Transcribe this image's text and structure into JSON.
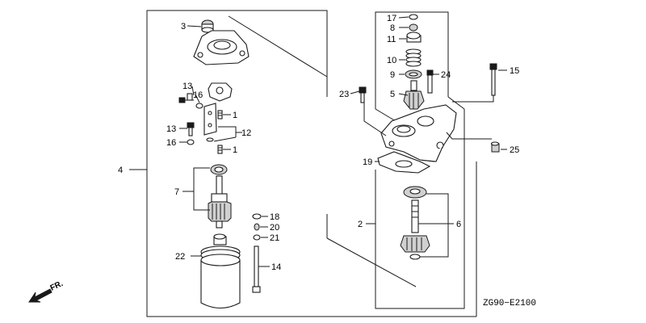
{
  "diagram_code": "ZG90−E2100",
  "direction_label": "FR.",
  "callouts": {
    "c1a": "1",
    "c1b": "1",
    "c2": "2",
    "c3": "3",
    "c4": "4",
    "c5": "5",
    "c6": "6",
    "c7": "7",
    "c8": "8",
    "c9": "9",
    "c10": "10",
    "c11": "11",
    "c12": "12",
    "c13a": "13",
    "c13b": "13",
    "c14": "14",
    "c15": "15",
    "c16a": "16",
    "c16b": "16",
    "c17": "17",
    "c18": "18",
    "c19": "19",
    "c20": "20",
    "c21": "21",
    "c22": "22",
    "c23": "23",
    "c24": "24",
    "c25": "25"
  }
}
